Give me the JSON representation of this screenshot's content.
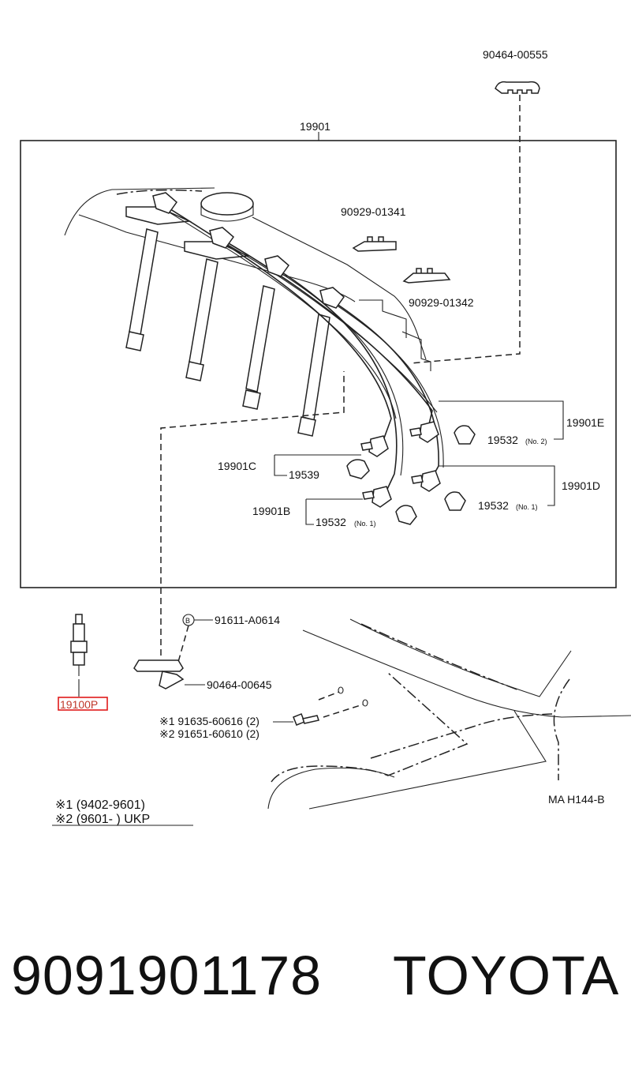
{
  "diagram": {
    "labels": {
      "clamp_top": "90464-00555",
      "main_set": "19901",
      "clamp_a": "90929-01341",
      "clamp_b": "90929-01342",
      "cord_e": "19901E",
      "cap_no2_code": "19532",
      "cap_no2_suffix": "(No. 2)",
      "cord_c": "19901C",
      "boot_c": "19539",
      "cord_d": "19901D",
      "cap_no1_code": "19532",
      "cap_no1_suffix": "(No. 1)",
      "cord_b": "19901B",
      "cap_b_code": "19532",
      "cap_b_suffix": "(No. 1)",
      "b_marker": "B",
      "bolt_b": "91611-A0614",
      "clamp_bottom": "90464-00645",
      "spark_plug": "19100P",
      "bolt1": "※1 91635-60616 (2)",
      "bolt2": "※2 91651-60610 (2)",
      "ref": "MA H144-B",
      "note1": "※1  (9402-9601)",
      "note2": "※2  (9601-        ) UKP"
    },
    "highlight_color": "#e01a1a"
  },
  "footer": {
    "part_number": "9091901178",
    "brand": "TOYOTA"
  }
}
